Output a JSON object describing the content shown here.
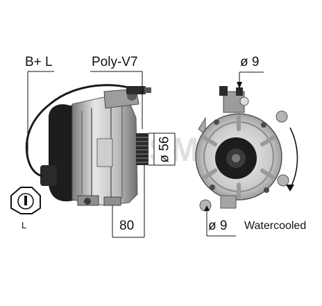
{
  "labels": {
    "terminals": "B+ L",
    "pulley": "Poly-V7",
    "top_diameter": "ø 9",
    "pulley_diameter": "ø 56",
    "length": "80",
    "bottom_diameter": "ø 9",
    "cooling": "Watercooled",
    "connector_pin": "L"
  },
  "watermark": "MESSMER",
  "colors": {
    "line": "#111111",
    "metal_light": "#d9d9d9",
    "metal_mid": "#a8a8a8",
    "metal_dark": "#4a4a4a",
    "black": "#1a1a1a",
    "watermark": "#c8c8c8"
  }
}
